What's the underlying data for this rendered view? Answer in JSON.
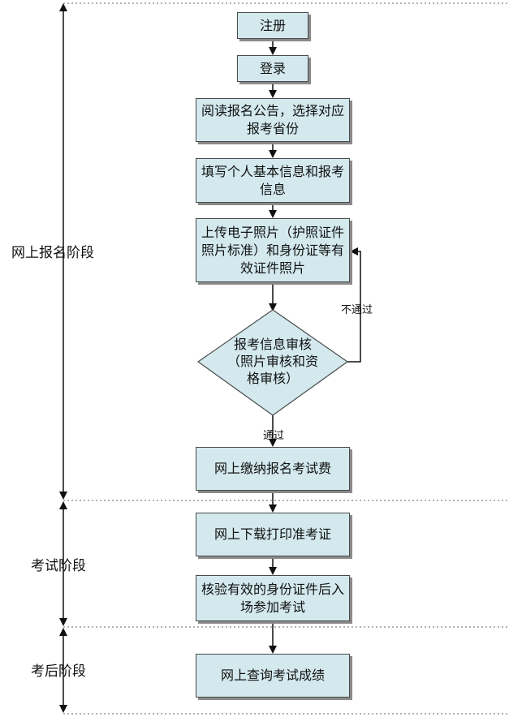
{
  "stages": [
    {
      "id": "online-registration",
      "label": "网上报名阶段"
    },
    {
      "id": "exam",
      "label": "考试阶段"
    },
    {
      "id": "post-exam",
      "label": "考后阶段"
    }
  ],
  "steps": {
    "register": "注册",
    "login": "登录",
    "read_announcement": "阅读报名公告，选择对应报考省份",
    "fill_info": "填写个人基本信息和报考信息",
    "upload_photo": "上传电子照片（护照证件照片标准）和身份证等有效证件照片",
    "review": "报考信息审核（照片审核和资格审核）",
    "pay_fee": "网上缴纳报名考试费",
    "print_ticket": "网上下载打印准考证",
    "verify_enter": "核验有效的身份证件后入场参加考试",
    "query_score": "网上查询考试成绩"
  },
  "edges": {
    "fail": "不通过",
    "pass": "通过"
  }
}
